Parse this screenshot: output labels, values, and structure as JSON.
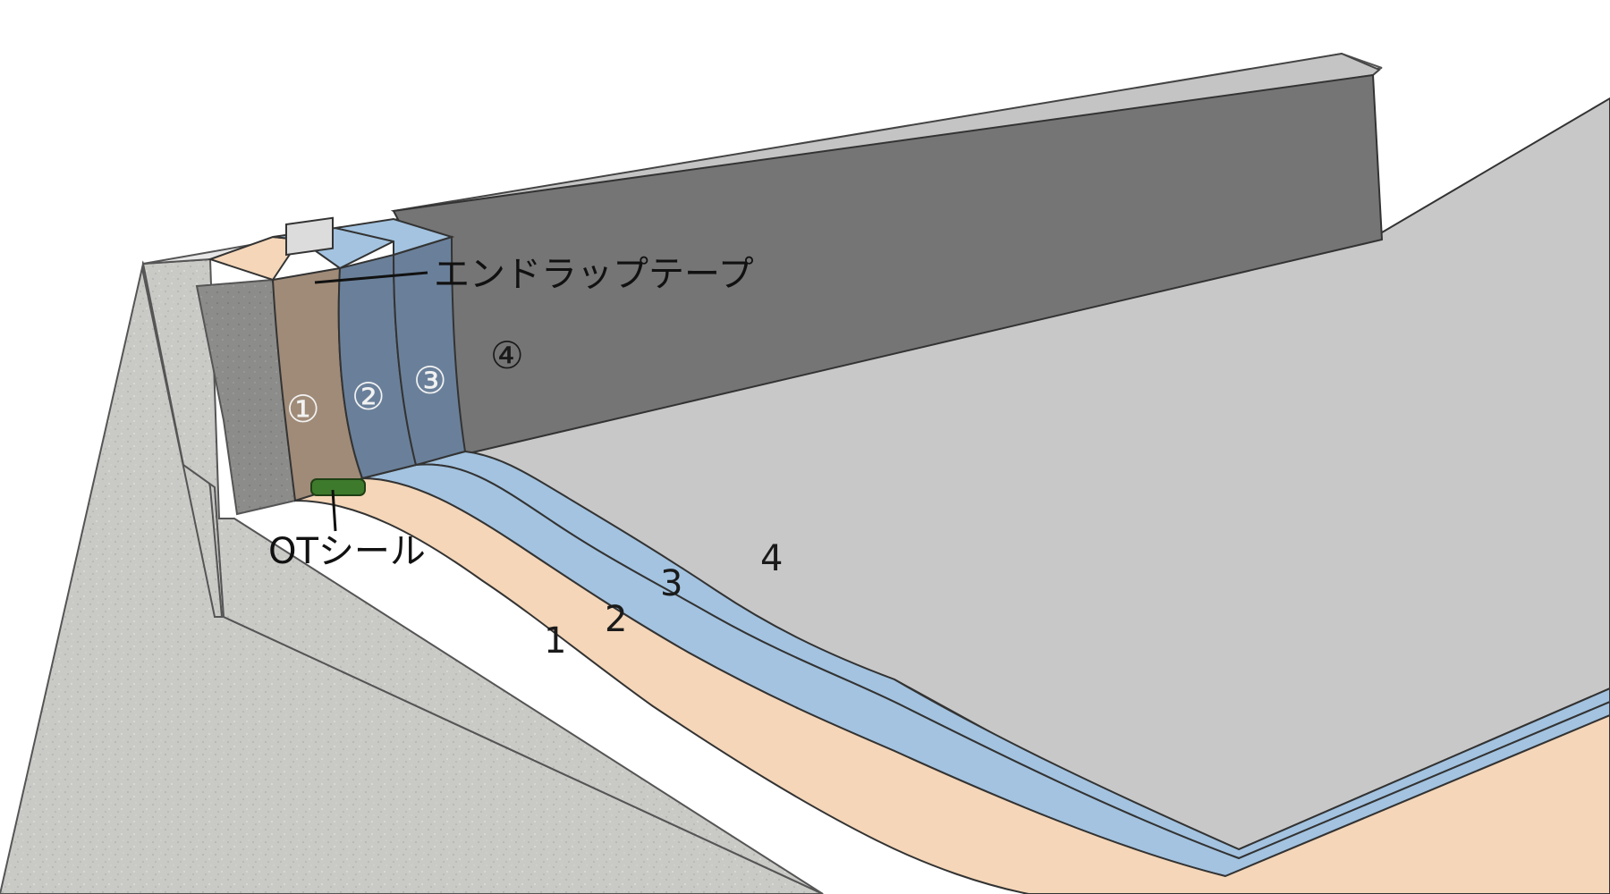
{
  "callouts": {
    "end_lap_tape": "エンドラップテープ",
    "ot_seal": "OTシール"
  },
  "wall_layers": [
    "①",
    "②",
    "③",
    "④"
  ],
  "floor_layers": [
    "1",
    "2",
    "3",
    "4"
  ],
  "colors": {
    "concrete": "#c9c9c6",
    "concrete_cut": "#8c8c8a",
    "layer_1_floor": "#f5d6b8",
    "layer_1_wall": "#a08b78",
    "layer_2_3_floor": "#a3c3e0",
    "layer_2_3_wall": "#6a809a",
    "layer_4_floor": "#c8c8c8",
    "layer_4_wall": "#757575",
    "coping": "#c4c4c4",
    "ot_seal": "#3e7a2c"
  }
}
